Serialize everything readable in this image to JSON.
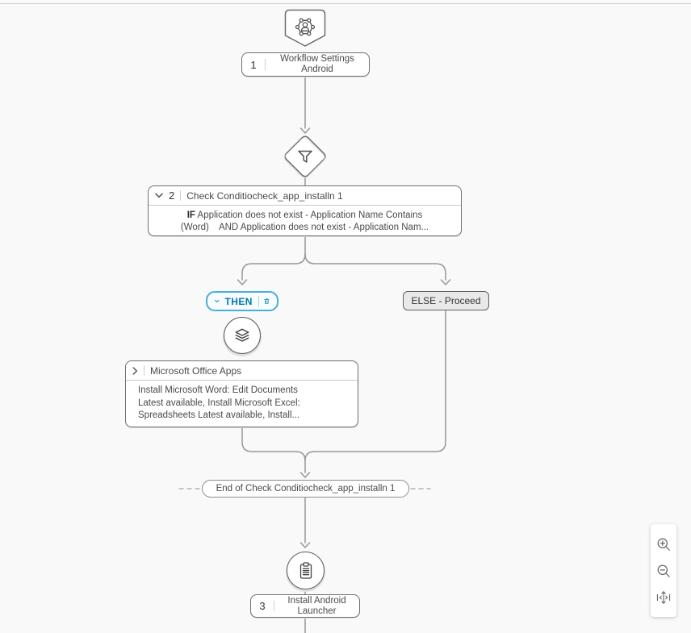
{
  "workflow": {
    "step1": {
      "number": "1",
      "label_line1": "Workflow Settings",
      "label_line2": "Android"
    },
    "condition": {
      "number": "2",
      "title": "Check Conditiocheck_app_installn 1",
      "if_keyword": "IF",
      "summary_line1": " Application does not exist - Application Name Contains",
      "summary_line2": "(Word)    AND Application does not exist - Application Nam..."
    },
    "then_branch": {
      "label": "THEN"
    },
    "else_branch": {
      "label": "ELSE - Proceed"
    },
    "office_group": {
      "title": "Microsoft Office Apps",
      "summary_line1": "Install Microsoft Word: Edit Documents",
      "summary_line2": "Latest available, Install Microsoft Excel:",
      "summary_line3": "Spreadsheets Latest available, Install..."
    },
    "end_marker": {
      "label": "End of Check Conditiocheck_app_installn 1"
    },
    "step3": {
      "number": "3",
      "label_line1": "Install Android",
      "label_line2": "Launcher"
    }
  },
  "colors": {
    "accent_text": "#0079ad",
    "accent_border": "#49afd9",
    "connector": "#979797",
    "background": "#f9f9f9"
  },
  "zoom_controls": {
    "zoom_in_icon": "zoom-in",
    "zoom_out_icon": "zoom-out",
    "fit_icon": "fit-to-screen"
  }
}
